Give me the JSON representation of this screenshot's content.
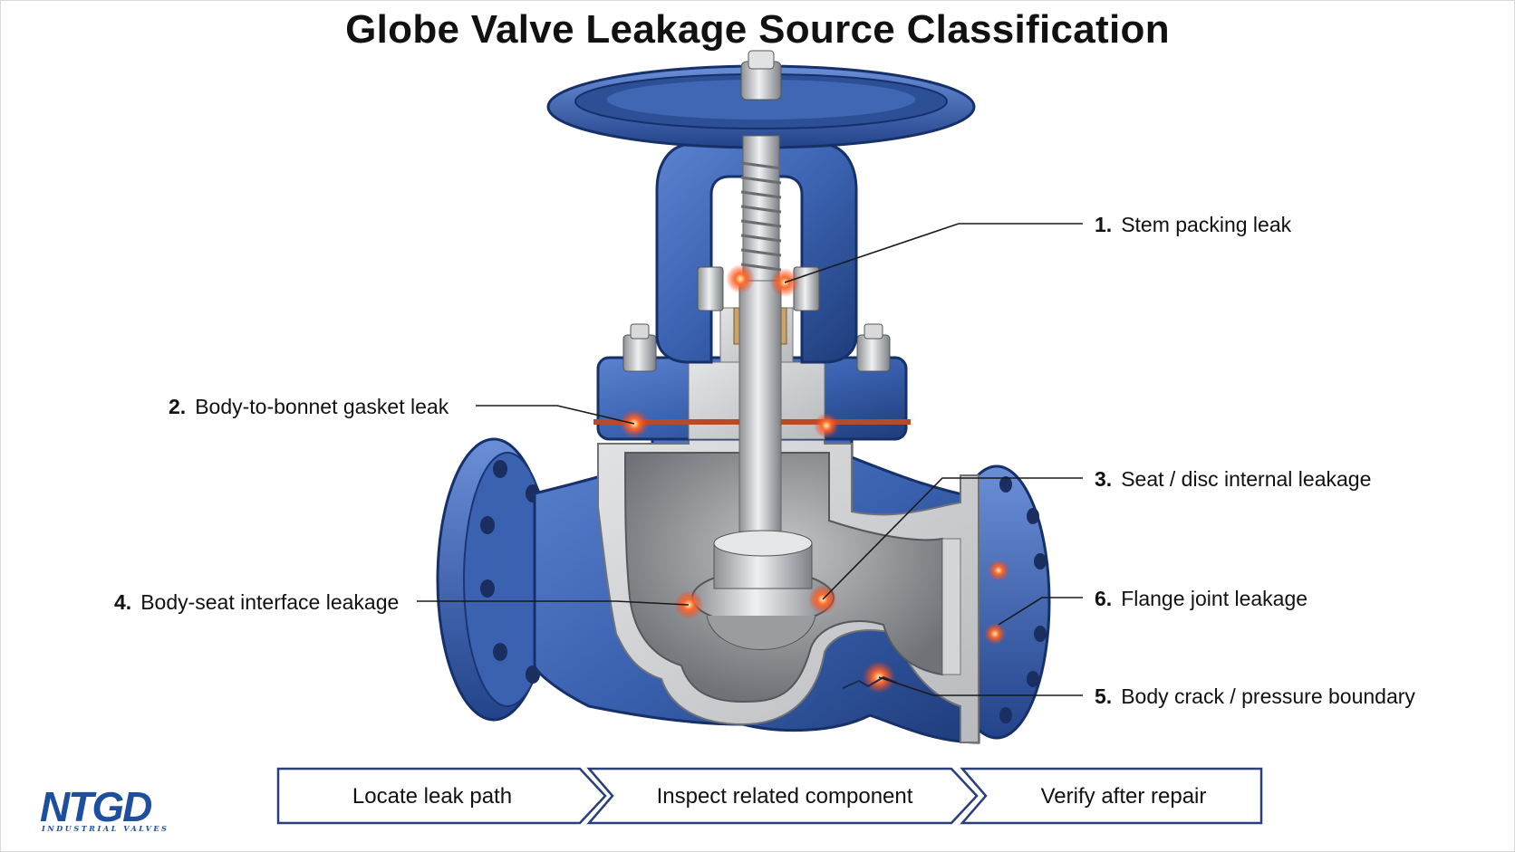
{
  "title": "Globe Valve Leakage Source Classification",
  "colors": {
    "valve_blue": "#3a62b0",
    "valve_blue_dark": "#1f3c7a",
    "steel": "#c9cacd",
    "leak_glow": "#ff5a2a",
    "step_border": "#2a3f78",
    "logo_blue": "#1e4f9e"
  },
  "callouts": [
    {
      "num": "1.",
      "text": "Stem packing leak"
    },
    {
      "num": "2.",
      "text": "Body-to-bonnet gasket leak"
    },
    {
      "num": "3.",
      "text": "Seat / disc internal leakage"
    },
    {
      "num": "4.",
      "text": "Body-seat interface leakage"
    },
    {
      "num": "5.",
      "text": "Body crack / pressure boundary"
    },
    {
      "num": "6.",
      "text": "Flange joint leakage"
    }
  ],
  "process_steps": [
    {
      "label": "Locate leak path"
    },
    {
      "label": "Inspect related component"
    },
    {
      "label": "Verify after repair"
    }
  ],
  "logo": {
    "mark": "NTGD",
    "tagline": "INDUSTRIAL VALVES"
  }
}
